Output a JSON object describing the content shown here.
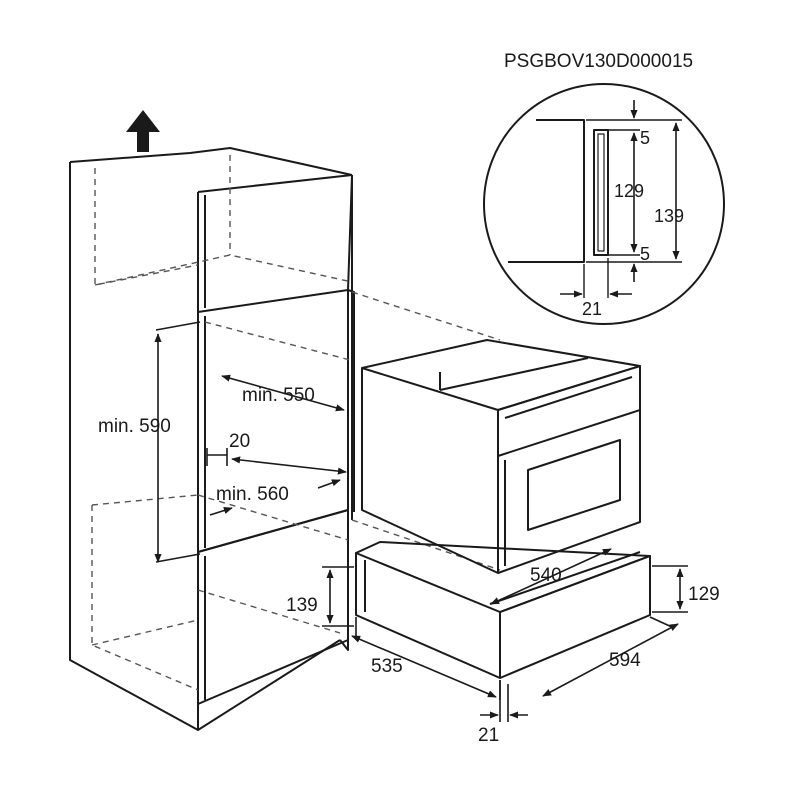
{
  "diagram": {
    "code": "PSGBOV130D000015",
    "cabinet": {
      "min_height": "min. 590",
      "min_depth": "min. 550",
      "min_width": "min. 560",
      "gap": "20"
    },
    "drawer": {
      "height_left": "139",
      "height_right": "129",
      "depth": "535",
      "width_top": "540",
      "width_front": "594",
      "front_offset": "21"
    },
    "detail": {
      "gap_top": "5",
      "inner_height": "129",
      "total_height": "139",
      "gap_bottom": "5",
      "depth": "21"
    }
  },
  "colors": {
    "line": "#1a1a1a",
    "hidden": "#555555",
    "background": "#ffffff"
  },
  "icons": {
    "direction": "up-arrow-icon"
  }
}
